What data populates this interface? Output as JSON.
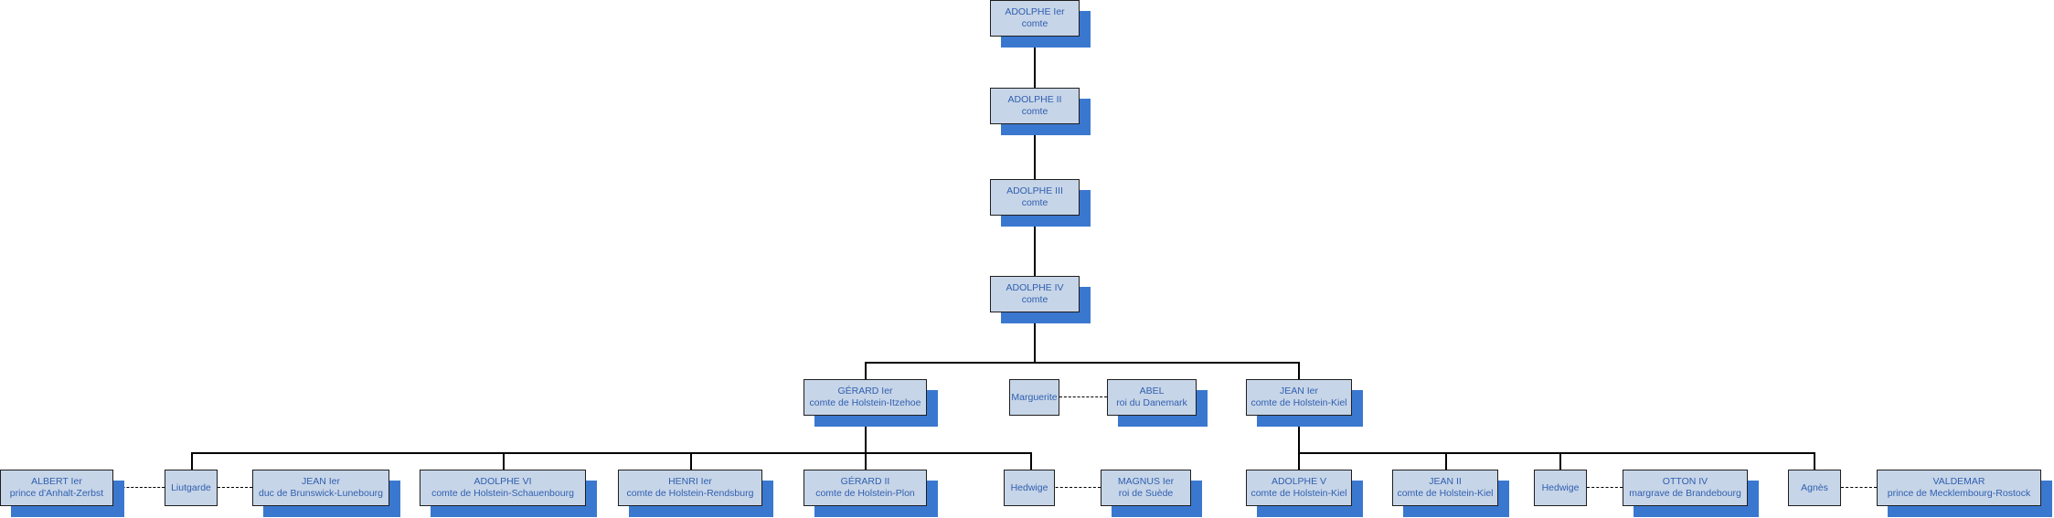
{
  "nodes": {
    "adolphe1": {
      "name": "ADOLPHE Ier",
      "title": "comte"
    },
    "adolphe2": {
      "name": "ADOLPHE II",
      "title": "comte"
    },
    "adolphe3": {
      "name": "ADOLPHE III",
      "title": "comte"
    },
    "adolphe4": {
      "name": "ADOLPHE IV",
      "title": "comte"
    },
    "gerard1": {
      "name": "GÉRARD Ier",
      "title": "comte de Holstein-Itzehoe"
    },
    "marguerite": {
      "name": "Marguerite",
      "title": ""
    },
    "abel": {
      "name": "ABEL",
      "title": "roi du Danemark"
    },
    "jean1": {
      "name": "JEAN Ier",
      "title": "comte de Holstein-Kiel"
    },
    "albert1": {
      "name": "ALBERT Ier",
      "title": "prince d'Anhalt-Zerbst"
    },
    "liutgarde": {
      "name": "Liutgarde",
      "title": ""
    },
    "jean1brunswick": {
      "name": "JEAN Ier",
      "title": "duc de Brunswick-Lunebourg"
    },
    "adolphe6": {
      "name": "ADOLPHE VI",
      "title": "comte de Holstein-Schauenbourg"
    },
    "henri1": {
      "name": "HENRI Ier",
      "title": "comte de Holstein-Rendsburg"
    },
    "gerard2": {
      "name": "GÉRARD II",
      "title": "comte de Holstein-Plon"
    },
    "hedwige1": {
      "name": "Hedwige",
      "title": ""
    },
    "magnus1": {
      "name": "MAGNUS Ier",
      "title": "roi de Suède"
    },
    "adolphe5": {
      "name": "ADOLPHE V",
      "title": "comte de Holstein-Kiel"
    },
    "jean2": {
      "name": "JEAN II",
      "title": "comte de Holstein-Kiel"
    },
    "hedwige2": {
      "name": "Hedwige",
      "title": ""
    },
    "otton4": {
      "name": "OTTON IV",
      "title": "margrave de Brandebourg"
    },
    "agnes": {
      "name": "Agnès",
      "title": ""
    },
    "valdemar": {
      "name": "VALDEMAR",
      "title": "prince de Mecklembourg-Rostock"
    }
  },
  "colors": {
    "box_fill": "#c7d5e8",
    "box_border": "#1e1e1e",
    "shadow": "#3a78d0",
    "text": "#2f5fb0",
    "connector": "#000000"
  }
}
